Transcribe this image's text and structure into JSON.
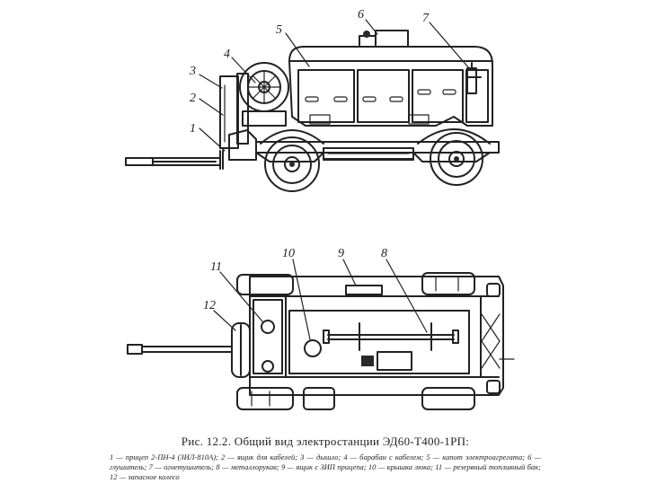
{
  "figure": {
    "side_view": {
      "callouts": [
        "1",
        "2",
        "3",
        "4",
        "5",
        "6",
        "7"
      ]
    },
    "top_view": {
      "callouts": [
        "8",
        "9",
        "10",
        "11",
        "12"
      ]
    },
    "caption_title": "Рис. 12.2. Общий вид электростанции ЭД60-Т400-1РП:",
    "legend_text": "1 — прицеп 2-ПН-4 (ЗИЛ-810А); 2 — ящик для кабелей; 3 — дышло; 4 — барабан с кабелем; 5 — капот электроагрегата; 6 — глушитель; 7 — огнетушитель; 8 — металлорукав; 9 — ящик с ЗИП прицепа; 10 — крышка люка; 11 — резервный топливный бак; 12 — запасное колесо"
  }
}
